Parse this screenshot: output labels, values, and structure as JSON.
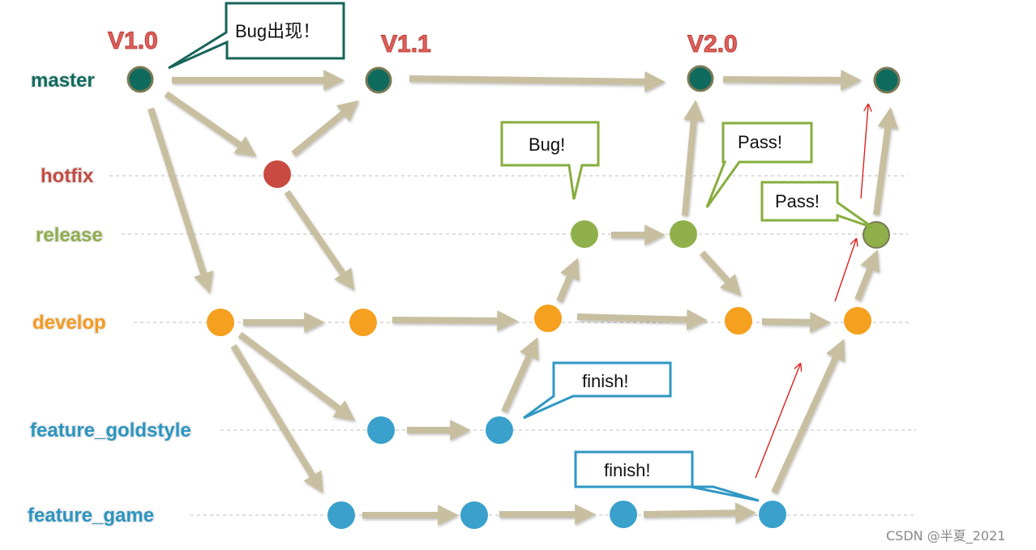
{
  "lanes": [
    {
      "key": "master",
      "label": "master",
      "color": "#0f6b5e"
    },
    {
      "key": "hotfix",
      "label": "hotfix",
      "color": "#c14c43"
    },
    {
      "key": "release",
      "label": "release",
      "color": "#8fad4d"
    },
    {
      "key": "develop",
      "label": "develop",
      "color": "#f59a1e"
    },
    {
      "key": "feature_goldstyle",
      "label": "feature_goldstyle",
      "color": "#2b95c0"
    },
    {
      "key": "feature_game",
      "label": "feature_game",
      "color": "#2b95c0"
    }
  ],
  "versions": [
    "V1.0",
    "V1.1",
    "V2.0"
  ],
  "callouts": {
    "bug_appear": "Bug出现！",
    "bug": "Bug!",
    "pass1": "Pass!",
    "pass2": "Pass!",
    "finish1": "finish!",
    "finish2": "finish!"
  },
  "colors": {
    "arrow": "#c7bfa0",
    "red_arrow": "#e02020",
    "master": "#0f6b5e",
    "hotfix": "#c94a40",
    "release": "#8fb04a",
    "develop": "#f5a01e",
    "feature": "#3aa0cc",
    "callout_dark": "#17645a",
    "callout_green": "#86ad3e",
    "callout_blue": "#2f97c4"
  },
  "watermark": "CSDN @半夏_2021"
}
